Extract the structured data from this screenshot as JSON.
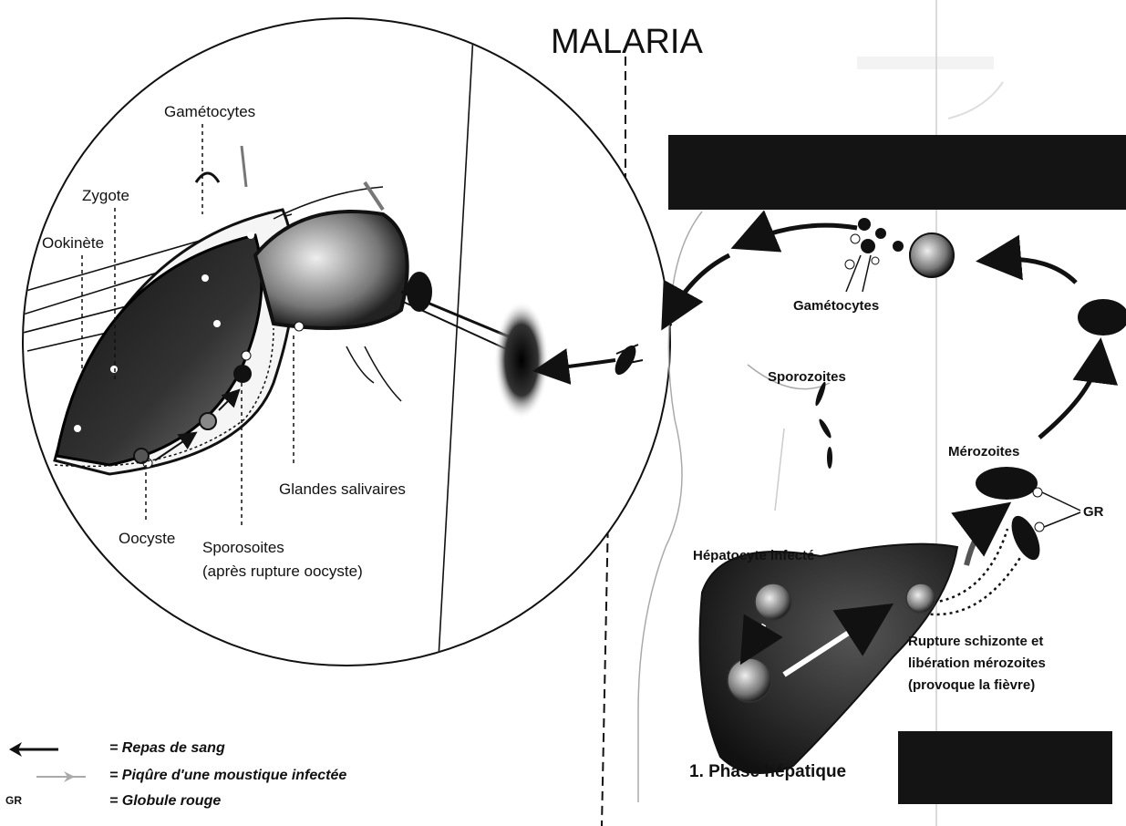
{
  "title": "MALARIA",
  "mosquito_labels": {
    "gametocytes": "Gamétocytes",
    "zygote": "Zygote",
    "ookinete": "Ookinète",
    "glandes": "Glandes salivaires",
    "oocyste": "Oocyste",
    "sporosoites_1": "Sporosoites",
    "sporosoites_2": "(après rupture oocyste)"
  },
  "human_labels": {
    "gametocytes": "Gamétocytes",
    "sporozoites": "Sporozoites",
    "merozoites": "Mérozoites",
    "gr": "GR",
    "hepatocyte": "Hépatocyte infecté",
    "rupture_1": "Rupture schizonte et",
    "rupture_2": "libération mérozoites",
    "rupture_3": "(provoque la fièvre)",
    "phase": "1. Phase hépatique"
  },
  "legend": {
    "repas": "= Repas de sang",
    "piqure": "= Piqûre d'une moustique infectée",
    "gr_abbr": "GR",
    "gr": "= Globule rouge"
  },
  "colors": {
    "ink": "#111111",
    "grey": "#8a8a8a",
    "black_bar": "#141414"
  }
}
